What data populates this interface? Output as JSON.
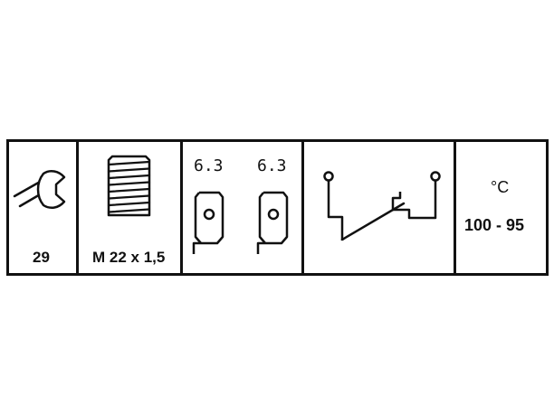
{
  "wrench": {
    "size_label": "29"
  },
  "thread": {
    "spec_label": "M 22 x 1,5"
  },
  "terminals": {
    "left_label": "6.3",
    "right_label": "6.3"
  },
  "temperature": {
    "unit_label": "°C",
    "range_label": "100 - 95"
  }
}
